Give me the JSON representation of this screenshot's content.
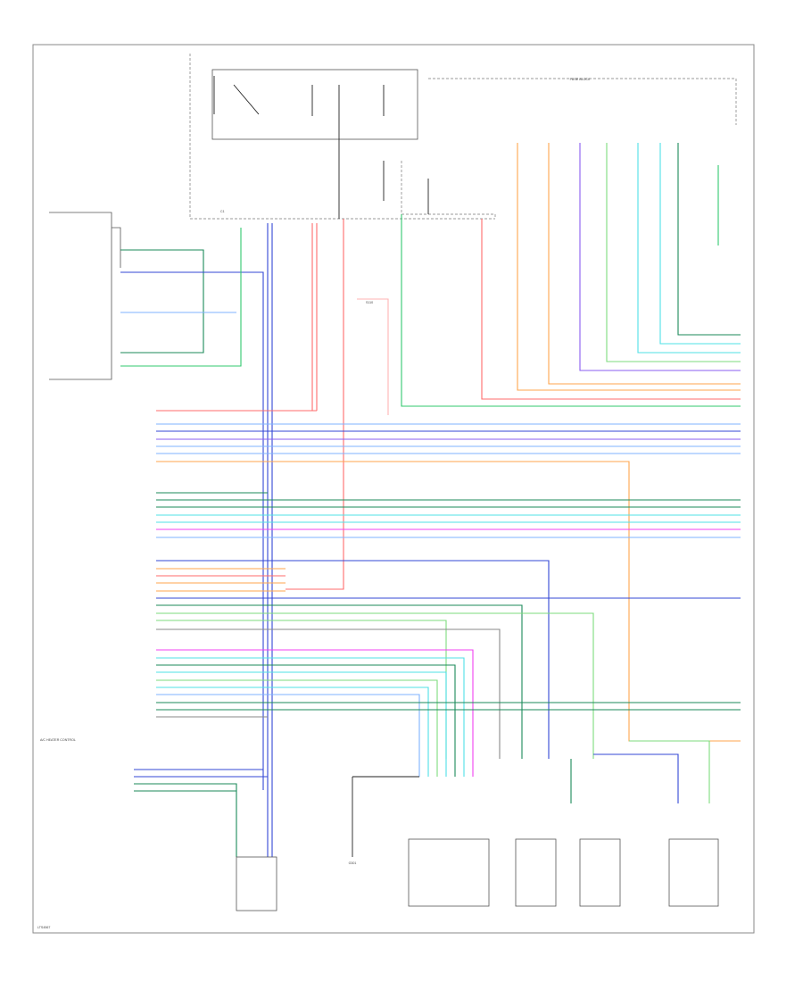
{
  "colors": {
    "red": "#ff6b6b",
    "pink": "#ffb3b3",
    "blue": "#3347d6",
    "violet": "#8a5cf0",
    "light_blue": "#7fb3ff",
    "cyan": "#4fe0e6",
    "light_green": "#7ddb7d",
    "dark_green": "#1b8a5a",
    "green": "#32c86e",
    "magenta": "#f040f0",
    "orange": "#ffa64d",
    "yellow": "#d8c23a",
    "tan": "#b89c6c",
    "gray": "#8a8a8a",
    "black": "#222222"
  },
  "labels": {
    "page_code": "LTS4567",
    "ac_control": "A/C HEATER CONTROL",
    "ground": "G301",
    "splice": "S110",
    "fuse_block": "FUSE BLOCK",
    "connector": "C1"
  }
}
